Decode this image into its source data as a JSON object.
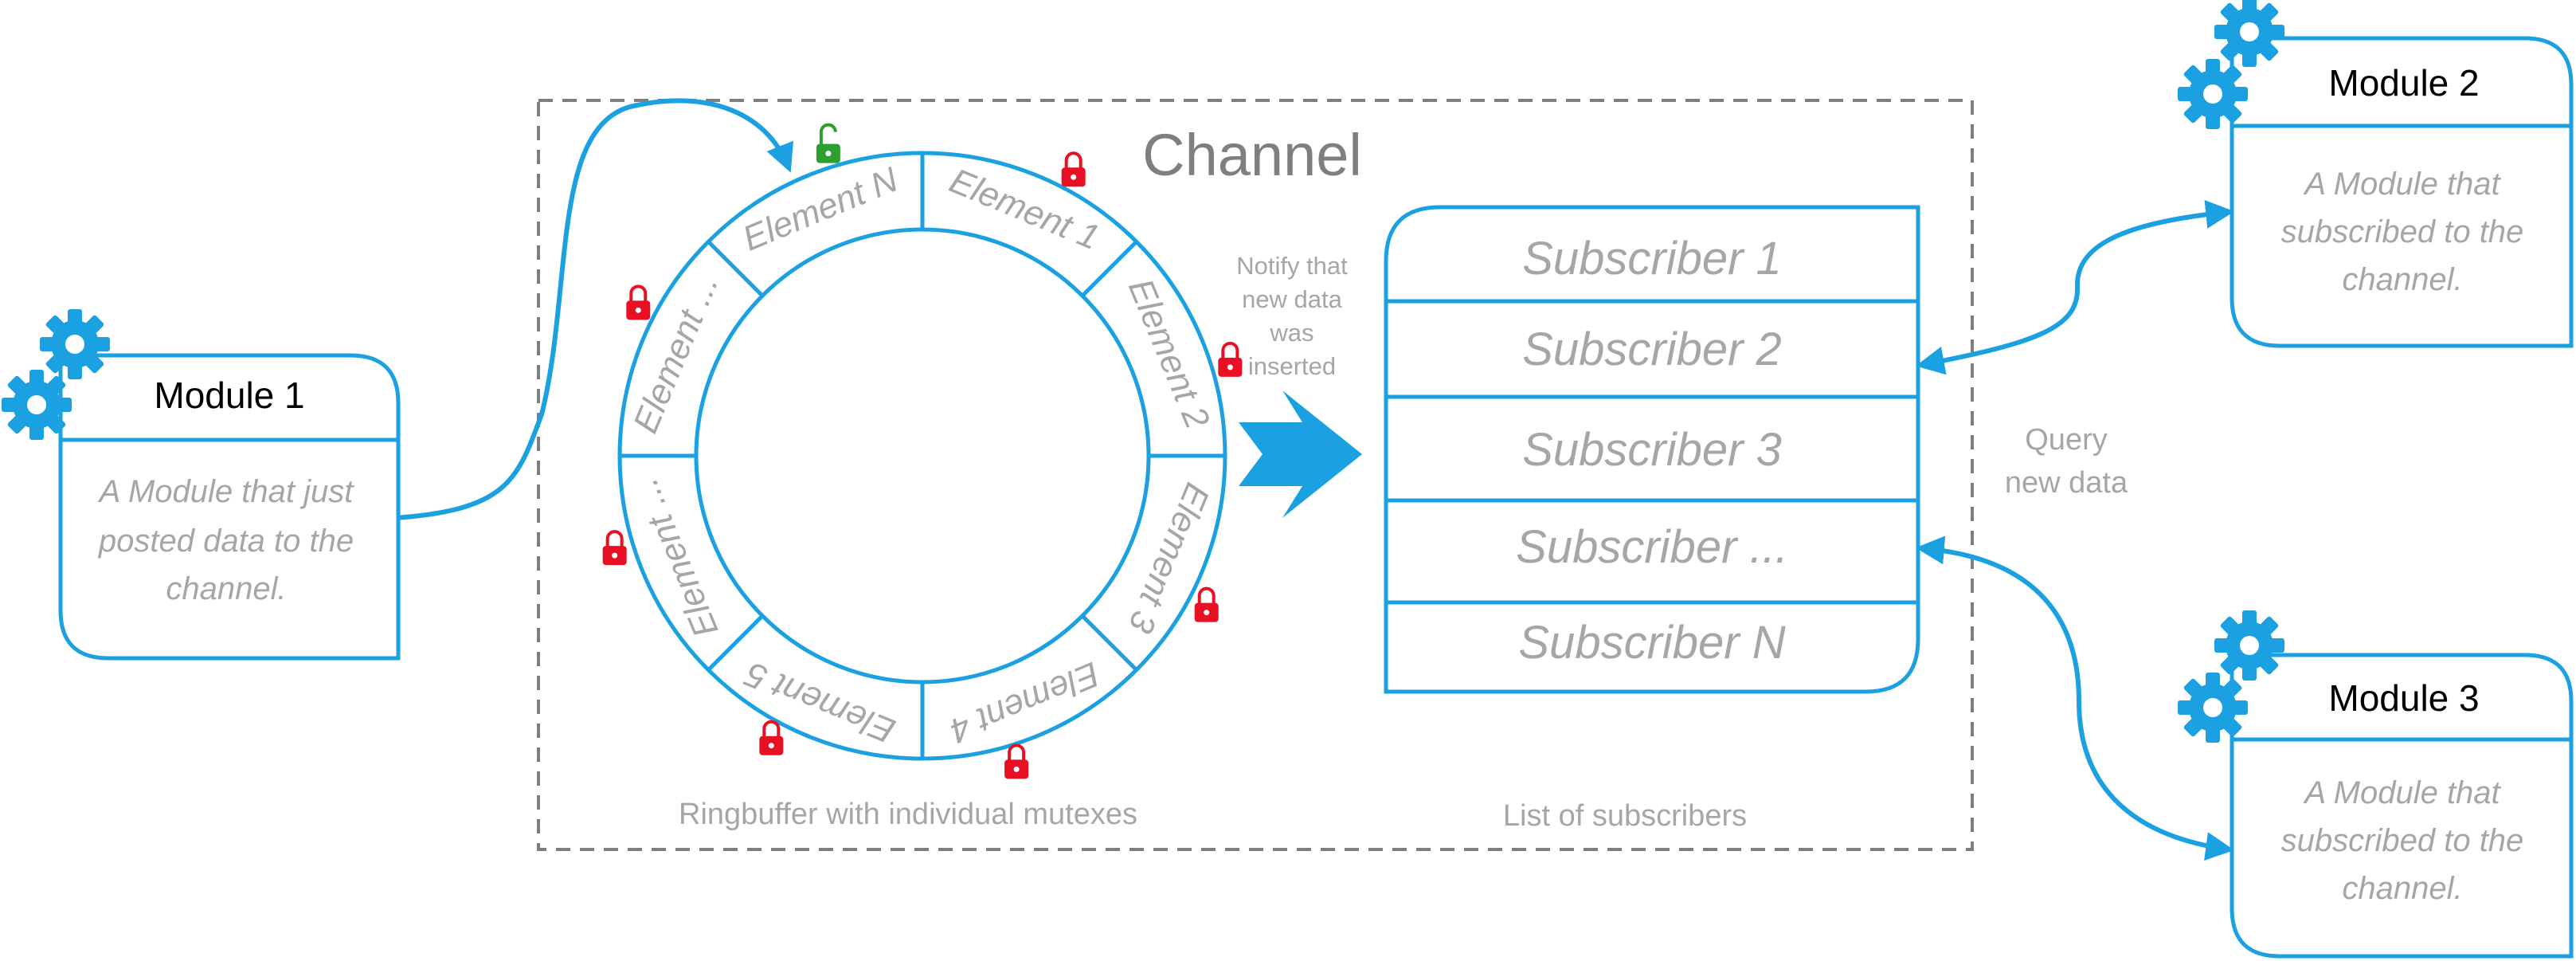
{
  "channel": {
    "title": "Channel",
    "ringbuffer_caption": "Ringbuffer with individual mutexes",
    "subscribers_caption": "List of subscribers"
  },
  "ring": {
    "elements": [
      "Element 1",
      "Element 2",
      "Element 3",
      "Element 4",
      "Element 5",
      "Element ...",
      "Element ...",
      "Element N"
    ],
    "lock_states": [
      "locked",
      "locked",
      "locked",
      "locked",
      "locked",
      "locked",
      "locked",
      "unlocked"
    ]
  },
  "notify": {
    "lines": [
      "Notify that",
      "new data",
      "was",
      "inserted"
    ]
  },
  "query": {
    "lines": [
      "Query",
      "new data"
    ]
  },
  "subscribers": [
    "Subscriber 1",
    "Subscriber 2",
    "Subscriber 3",
    "Subscriber ...",
    "Subscriber N"
  ],
  "modules": [
    {
      "title": "Module 1",
      "desc": [
        "A Module that just",
        "posted data to the",
        "channel."
      ]
    },
    {
      "title": "Module 2",
      "desc": [
        "A Module that",
        "subscribed to the",
        "channel."
      ]
    },
    {
      "title": "Module 3",
      "desc": [
        "A Module that",
        "subscribed to the",
        "channel."
      ]
    }
  ],
  "colors": {
    "accent": "#1ba1e2",
    "lock_locked": "#e81123",
    "lock_unlocked": "#2ca02c",
    "text_gray": "#a6a6a6",
    "title_gray": "#7f7f7f",
    "dash_gray": "#7f7f7f"
  }
}
